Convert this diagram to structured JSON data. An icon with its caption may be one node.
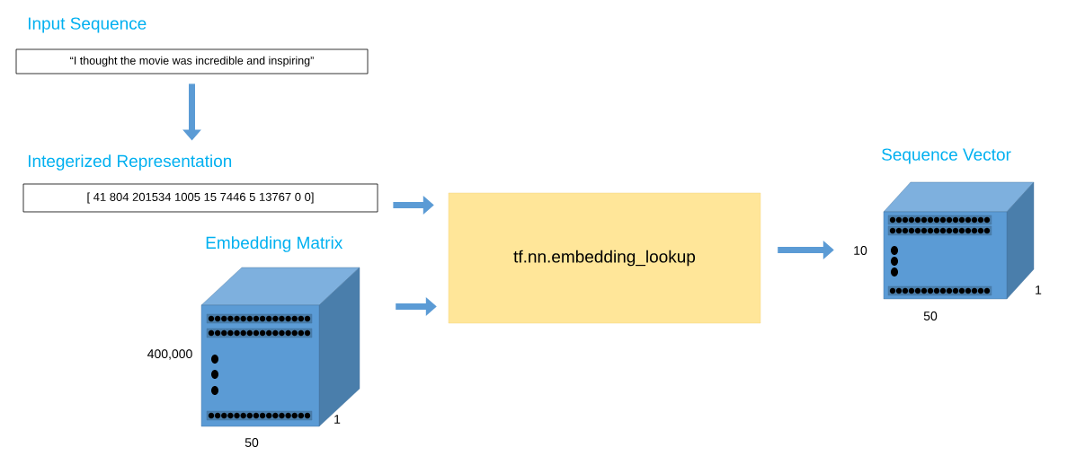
{
  "diagram": {
    "nodes": [
      {
        "text": [
          "Input Sequence",
          "“I thought the movie was incredible and inspiring”"
        ]
      },
      {
        "text": [
          "Integerized Representation",
          "[ 41 804 201534 1005 15 7446 5 13767 0 0]"
        ]
      },
      {
        "text": [
          "Embedding Matrix"
        ],
        "beside": [
          "400,000",
          "50",
          "1"
        ]
      },
      {
        "text": [
          "tf.nn.embedding_lookup"
        ]
      },
      {
        "text": [
          "Sequence Vector"
        ],
        "beside": [
          "10",
          "50",
          "1"
        ]
      }
    ],
    "edges": [
      {
        "from": 0,
        "to": 1,
        "arrow": "to"
      },
      {
        "from": 1,
        "to": 3,
        "arrow": "to"
      },
      {
        "from": 2,
        "to": 3,
        "arrow": "to"
      },
      {
        "from": 3,
        "to": 4,
        "arrow": "to"
      }
    ]
  }
}
